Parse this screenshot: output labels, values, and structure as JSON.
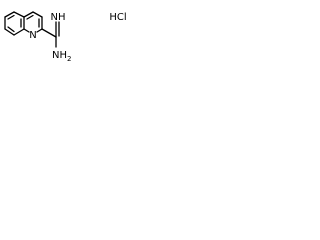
{
  "molecule": {
    "ring_nitrogen": "N",
    "imine_group": "NH",
    "amine_group": "NH",
    "amine_subscript": "2",
    "counterion": "HCl"
  },
  "colors": {
    "bond": "#000000",
    "text": "#000000",
    "background": "#ffffff"
  }
}
